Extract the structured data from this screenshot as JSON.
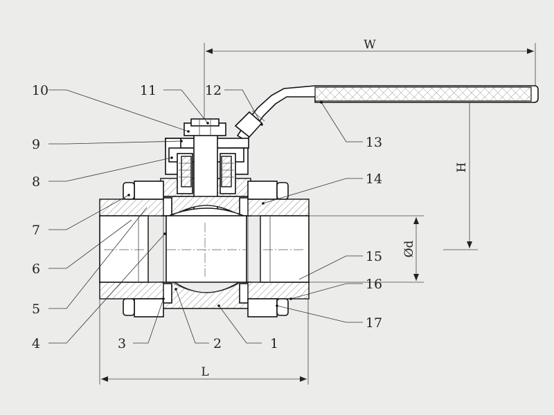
{
  "colors": {
    "background": "#ececea",
    "line": "#111111"
  },
  "dimensions": {
    "width": "W",
    "height": "H",
    "length": "L",
    "diameter": "Ød"
  },
  "callouts": [
    {
      "id": "c10",
      "text": "10"
    },
    {
      "id": "c11",
      "text": "11"
    },
    {
      "id": "c12",
      "text": "12"
    },
    {
      "id": "c9",
      "text": "9"
    },
    {
      "id": "c8",
      "text": "8"
    },
    {
      "id": "c7",
      "text": "7"
    },
    {
      "id": "c6",
      "text": "6"
    },
    {
      "id": "c5",
      "text": "5"
    },
    {
      "id": "c4",
      "text": "4"
    },
    {
      "id": "c3",
      "text": "3"
    },
    {
      "id": "c2",
      "text": "2"
    },
    {
      "id": "c1",
      "text": "1"
    },
    {
      "id": "c13",
      "text": "13"
    },
    {
      "id": "c14",
      "text": "14"
    },
    {
      "id": "c15",
      "text": "15"
    },
    {
      "id": "c16",
      "text": "16"
    },
    {
      "id": "c17",
      "text": "17"
    }
  ]
}
